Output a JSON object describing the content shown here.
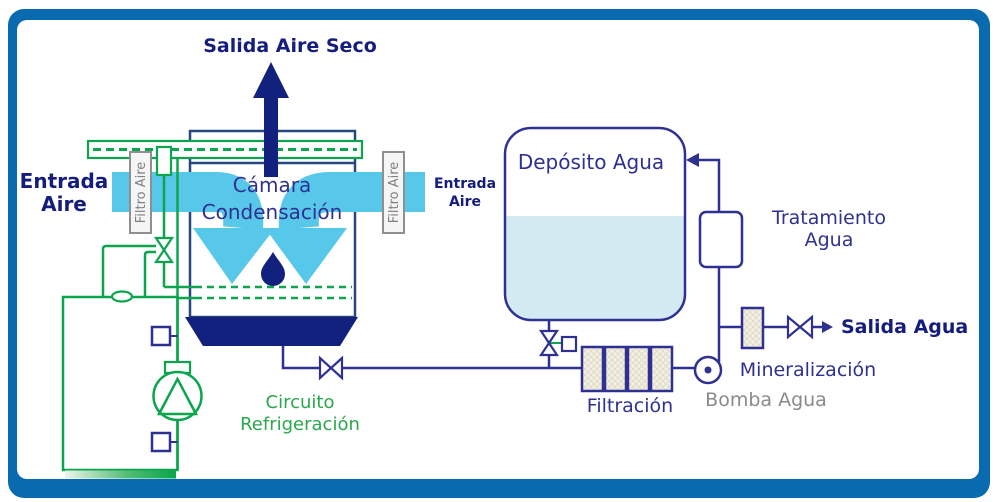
{
  "title": "Atmospheric water generator process diagram",
  "labels": {
    "dry_air_out": "Salida Aire Seco",
    "air_in_left": {
      "line1": "Entrada",
      "line2": "Aire"
    },
    "air_in_right": {
      "line1": "Entrada",
      "line2": "Aire"
    },
    "air_filter_left": "Filtro Aire",
    "air_filter_right": "Filtro Aire",
    "chamber": {
      "line1": "Cámara",
      "line2": "Condensación"
    },
    "tank": "Depósito Agua",
    "treatment": {
      "line1": "Tratamiento",
      "line2": "Agua"
    },
    "cooling": {
      "line1": "Circuito",
      "line2": "Refrigeración"
    },
    "filtration": "Filtración",
    "pump": "Bomba Agua",
    "mineralization": "Mineralización",
    "water_out": "Salida Agua"
  },
  "symbols": {
    "valve_icon": "bowtie-valve",
    "pump_icon": "circle-triangle-compressor",
    "water_pump_icon": "circle-dot-pump",
    "arrow_icon": "flow-arrow",
    "droplet_icon": "water-drop"
  },
  "colors": {
    "frame_blue": "#0a6ab0",
    "navy": "#13217e",
    "indigo": "#2e3192",
    "green": "#0aa54c",
    "green_text": "#2aa84c",
    "cyan_air": "#57c7ea",
    "gray": "#8f8f8f",
    "water_fill": "#d3eaf2",
    "cartridge_fill": "#f2efe3"
  }
}
